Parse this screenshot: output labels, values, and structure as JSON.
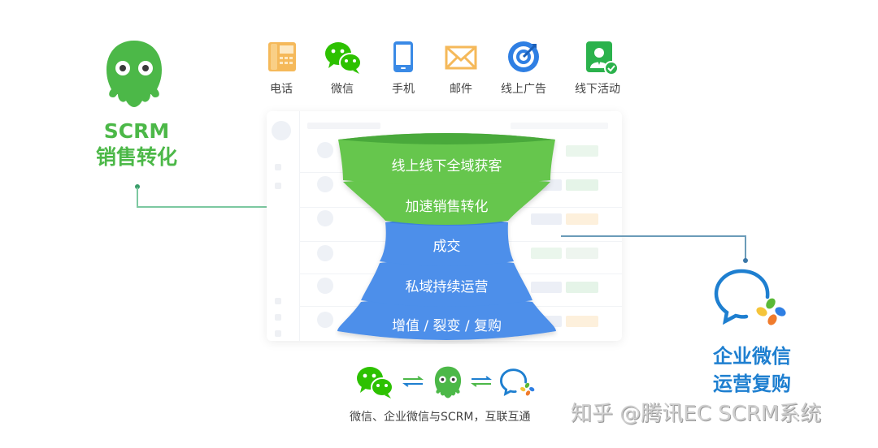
{
  "left_brand": {
    "icon": "octopus-mascot-icon",
    "title_line1": "SCRM",
    "title_line2": "销售转化",
    "color": "#4cb848"
  },
  "channels": [
    {
      "label": "电话",
      "icon": "phone-icon",
      "color": "#f5b95a"
    },
    {
      "label": "微信",
      "icon": "wechat-icon",
      "color": "#2dc100"
    },
    {
      "label": "手机",
      "icon": "mobile-icon",
      "color": "#3a8ae6"
    },
    {
      "label": "邮件",
      "icon": "mail-icon",
      "color": "#f5b95a"
    },
    {
      "label": "线上广告",
      "icon": "target-icon",
      "color": "#2f7fe3"
    },
    {
      "label": "线下活动",
      "icon": "user-check-icon",
      "color": "#2bb24c"
    }
  ],
  "funnel": {
    "layers": [
      {
        "label": "线上线下全域获客",
        "color": "#66c64d"
      },
      {
        "label": "加速销售转化",
        "color": "#66c64d"
      },
      {
        "label": "成交",
        "color": "#4d8fea"
      },
      {
        "label": "私域持续运营",
        "color": "#4d8fea"
      },
      {
        "label": "增值 / 裂变 / 复购",
        "color": "#4d8fea"
      }
    ]
  },
  "right_brand": {
    "icon": "wecom-icon",
    "title_line1": "企业微信",
    "title_line2": "运营复购",
    "color": "#1e7fd0"
  },
  "bottom": {
    "icons": [
      "wechat-icon",
      "exchange-arrows-icon",
      "octopus-mascot-icon",
      "exchange-arrows-icon",
      "wecom-icon"
    ],
    "caption": "微信、企业微信与SCRM，互联互通"
  },
  "watermark": "知乎 @腾讯EC SCRM系统"
}
